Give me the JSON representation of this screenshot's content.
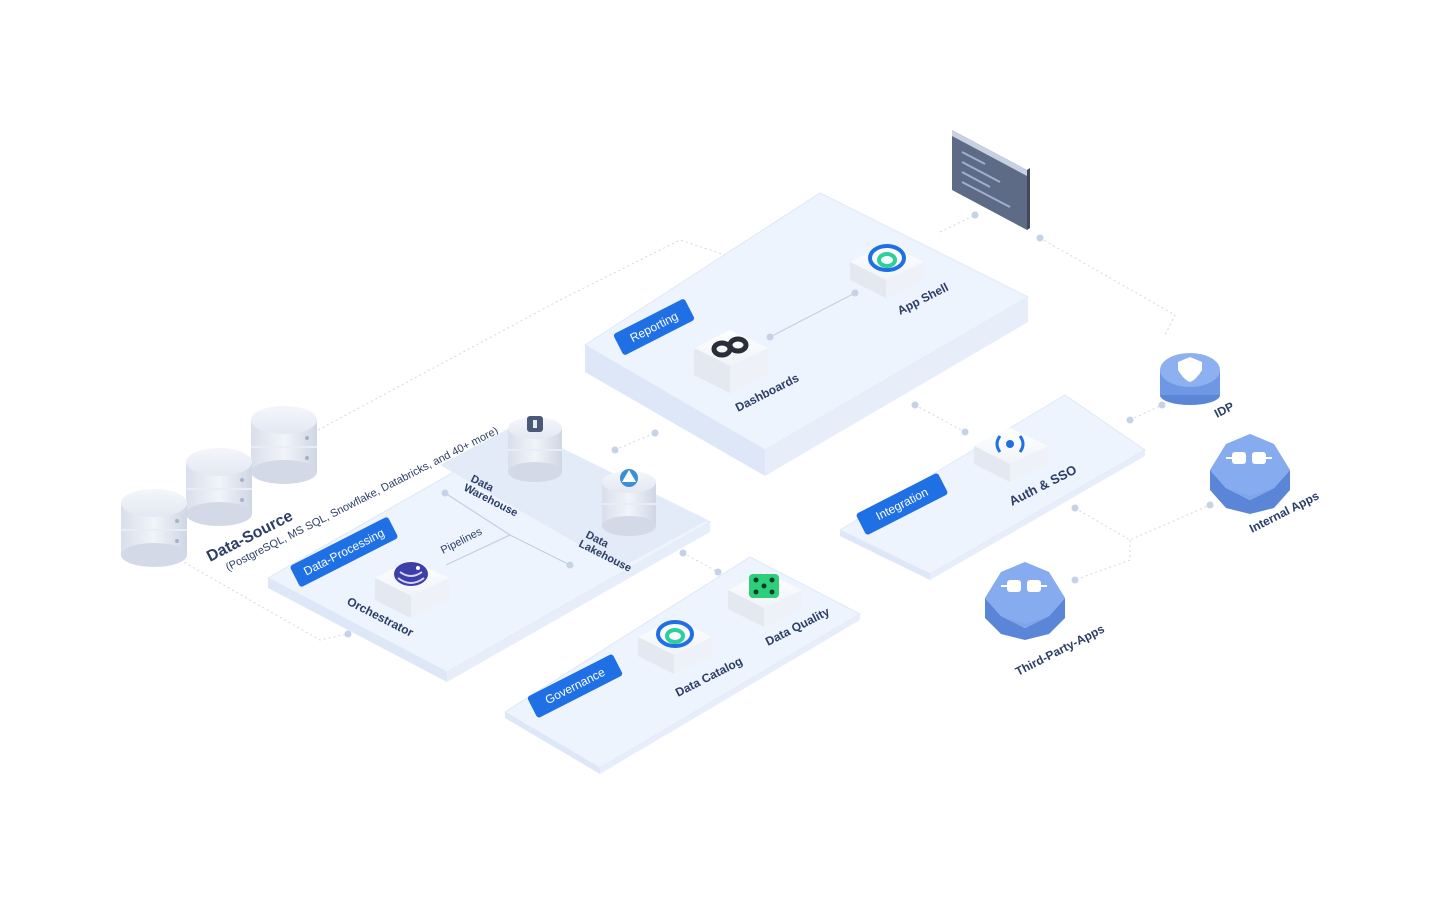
{
  "sections": {
    "reporting": "Reporting",
    "data_processing": "Data-Processing",
    "governance": "Governance",
    "integration": "Integration"
  },
  "nodes": {
    "data_source_title": "Data-Source",
    "data_source_subtitle": "(PostgreSQL, MS SQL, Snowflake, Databricks, and 40+ more)",
    "dashboards": "Dashboards",
    "app_shell": "App Shell",
    "data_warehouse_1": "Data",
    "data_warehouse_2": "Warehouse",
    "data_lakehouse_1": "Data",
    "data_lakehouse_2": "Lakehouse",
    "pipelines": "Pipelines",
    "orchestrator": "Orchestrator",
    "data_catalog": "Data Catalog",
    "data_quality": "Data Quality",
    "auth_sso": "Auth & SSO",
    "idp": "IDP",
    "internal_apps": "Internal Apps",
    "third_party_apps": "Third-Party-Apps"
  },
  "colors": {
    "accent": "#1f6fe5",
    "platform_top": "#eef4fd",
    "platform_side": "#dbe6f7",
    "hex_blue": "#7ea4ea",
    "green": "#2ecf7a"
  },
  "icons": {
    "dashboards": "infinity-icon",
    "app_shell": "ring-icon",
    "orchestrator": "octopus-icon",
    "data_catalog": "ring-icon",
    "data_quality": "dice-icon",
    "auth_sso": "brackets-dot-icon",
    "idp": "shield-icon",
    "internal_apps": "plug-icon",
    "third_party_apps": "plug-icon",
    "terminal": "terminal-window-icon"
  }
}
